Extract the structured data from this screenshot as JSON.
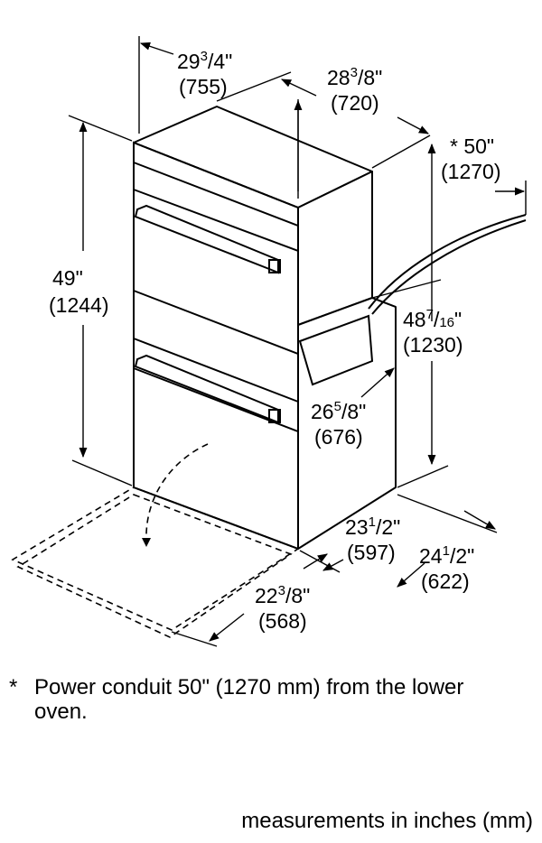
{
  "dimensions": {
    "top_width": {
      "whole": "29",
      "num": "3",
      "den": "4",
      "mm": "(755)"
    },
    "top_depth": {
      "whole": "28",
      "num": "3",
      "den": "8",
      "mm": "(720)"
    },
    "conduit": {
      "label": "* 50\"",
      "mm": "(1270)"
    },
    "height_total": {
      "label": "49\"",
      "mm": "(1244)"
    },
    "height_cabinet": {
      "whole": "48",
      "num": "7",
      "den": "16",
      "mm": "(1230)"
    },
    "inner_depth": {
      "whole": "26",
      "num": "5",
      "den": "8",
      "mm": "(676)"
    },
    "cutout_width": {
      "whole": "23",
      "num": "1",
      "den": "2",
      "mm": "(597)"
    },
    "overall_depth": {
      "whole": "24",
      "num": "1",
      "den": "2",
      "mm": "(622)"
    },
    "door_depth": {
      "whole": "22",
      "num": "3",
      "den": "8",
      "mm": "(568)"
    }
  },
  "footnote": {
    "star": "*",
    "text": "Power conduit 50\" (1270 mm) from the lower oven."
  },
  "measure_note": "measurements in inches (mm)"
}
